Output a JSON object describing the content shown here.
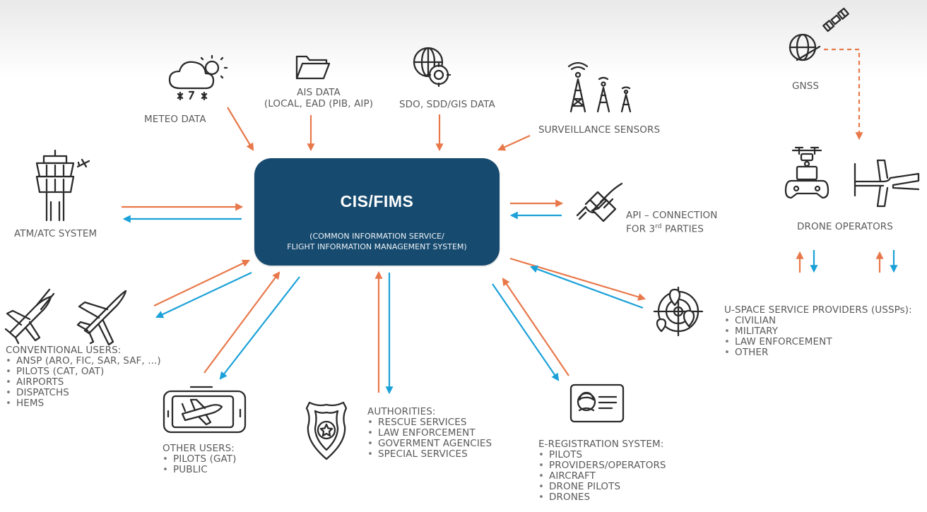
{
  "hub": {
    "title": "CIS/FIMS",
    "subtitle_line1": "(COMMON INFORMATION SERVICE/",
    "subtitle_line2": "FLIGHT INFORMATION MANAGEMENT SYSTEM)"
  },
  "nodes": {
    "meteo": {
      "label": "METEO DATA",
      "icon": "weather-cloud-icon"
    },
    "ais": {
      "line1": "AIS DATA",
      "line2": "(LOCAL, EAD (PIB, AIP)",
      "icon": "folder-icon"
    },
    "sdo": {
      "label": "SDO, SDD/GIS DATA",
      "icon": "globe-target-icon"
    },
    "surveillance": {
      "label": "SURVEILLANCE SENSORS",
      "icon": "radio-tower-icon"
    },
    "gnss": {
      "label": "GNSS",
      "icon": "satellite-globe-icon"
    },
    "atm": {
      "label": "ATM/ATC SYSTEM",
      "icon": "control-tower-icon"
    },
    "api": {
      "line1": "API – CONNECTION",
      "line2_prefix": "FOR 3",
      "line2_sup": "rd",
      "line2_suffix": " PARTIES",
      "icon": "plug-icon"
    },
    "drone_operators": {
      "label": "DRONE OPERATORS",
      "icons": [
        "drone-controller-icon",
        "uav-plane-icon"
      ]
    },
    "conventional": {
      "title": "CONVENTIONAL USERS:",
      "items": [
        "ANSP (ARO, FIC, SAR, SAF, ...)",
        "PILOTS (CAT, OAT)",
        "AIRPORTS",
        "DISPATCHS",
        "HEMS"
      ],
      "icons": [
        "fighter-jet-icon",
        "airplane-icon"
      ]
    },
    "uspace": {
      "title": "U-SPACE SERVICE PROVIDERS (USSPs):",
      "items": [
        "CIVILIAN",
        "MILITARY",
        "LAW ENFORCEMENT",
        "OTHER"
      ],
      "icon": "radar-map-icon"
    },
    "other_users": {
      "title": "OTHER USERS:",
      "items": [
        "PILOTS (GAT)",
        "PUBLIC"
      ],
      "icon": "phone-plane-icon"
    },
    "authorities": {
      "title": "AUTHORITIES:",
      "items": [
        "RESCUE SERVICES",
        "LAW ENFORCEMENT",
        "GOVERMENT AGENCIES",
        "SPECIAL SERVICES"
      ],
      "icon": "police-badge-icon"
    },
    "eregistration": {
      "title": "E-REGISTRATION SYSTEM:",
      "items": [
        "PILOTS",
        "PROVIDERS/OPERATORS",
        "AIRCRAFT",
        "DRONE PILOTS",
        "DRONES"
      ],
      "icon": "id-card-icon"
    }
  },
  "colors": {
    "orange": "#e8784a",
    "blue": "#1ba1d8",
    "hub": "#164a6e",
    "text": "#5a5a5a",
    "icon": "#2b2b2b"
  }
}
